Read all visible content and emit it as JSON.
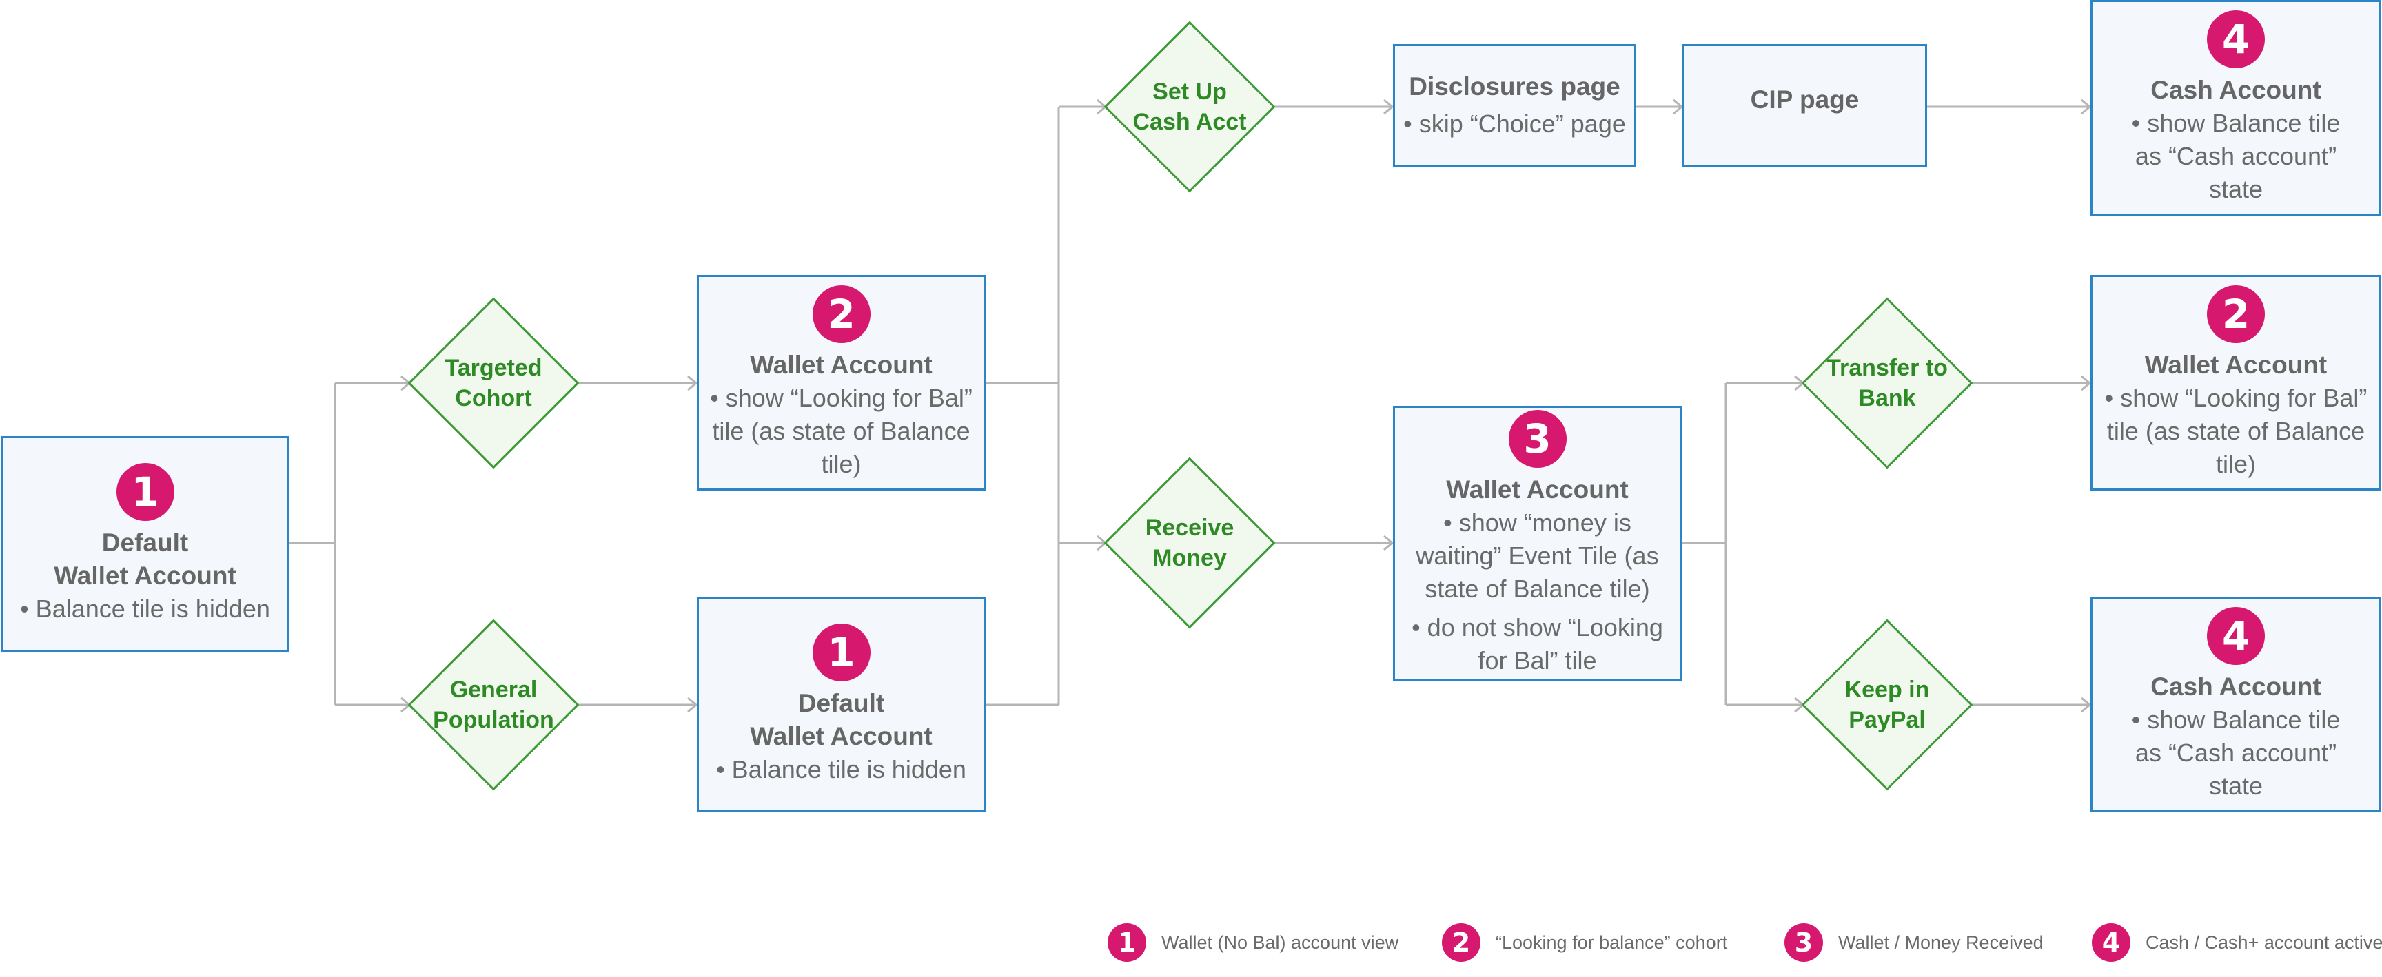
{
  "nodes": {
    "default_start": {
      "badge": "1",
      "title": "Default\nWallet Account",
      "bullets": [
        "• Balance tile is hidden"
      ]
    },
    "wallet_looking_1": {
      "badge": "2",
      "title": "Wallet Account",
      "bullets": [
        "• show “Looking for Bal” tile (as state of Balance tile)"
      ]
    },
    "default_general": {
      "badge": "1",
      "title": "Default\nWallet Account",
      "bullets": [
        "• Balance tile is hidden"
      ]
    },
    "disclosures": {
      "title": "Disclosures page",
      "bullets": [
        "• skip “Choice” page"
      ]
    },
    "cip": {
      "title": "CIP page"
    },
    "cash_top": {
      "badge": "4",
      "title": "Cash Account",
      "bullets": [
        "• show Balance tile as “Cash account” state"
      ]
    },
    "wallet_money": {
      "badge": "3",
      "title": "Wallet Account",
      "bullets": [
        "• show “money is waiting” Event Tile (as state of Balance tile)",
        "• do not show “Looking for Bal” tile"
      ]
    },
    "wallet_looking_2": {
      "badge": "2",
      "title": "Wallet Account",
      "bullets": [
        "• show “Looking for Bal” tile (as state of Balance tile)"
      ]
    },
    "cash_bottom": {
      "badge": "4",
      "title": "Cash Account",
      "bullets": [
        "• show Balance tile as “Cash account” state"
      ]
    }
  },
  "decisions": {
    "targeted": "Targeted\nCohort",
    "general": "General\nPopulation",
    "setup": "Set Up\nCash Acct",
    "receive": "Receive\nMoney",
    "transfer": "Transfer to\nBank",
    "keep": "Keep in\nPayPal"
  },
  "legend": [
    {
      "badge": "1",
      "text": "Wallet (No Bal) account view"
    },
    {
      "badge": "2",
      "text": "“Looking for balance” cohort"
    },
    {
      "badge": "3",
      "text": "Wallet / Money Received"
    },
    {
      "badge": "4",
      "text": "Cash / Cash+ account active"
    }
  ],
  "colors": {
    "node_border": "#2a84c6",
    "node_fill": "#f4f8fc",
    "decision_border": "#3d9a36",
    "decision_fill": "#f1f8ee",
    "decision_text": "#2e8a24",
    "badge": "#d6186f",
    "connector": "#b5b5b5"
  }
}
